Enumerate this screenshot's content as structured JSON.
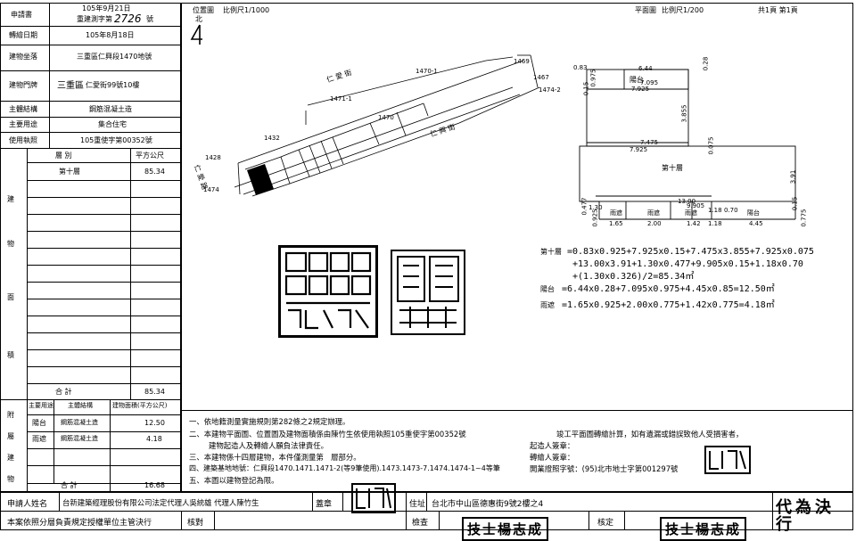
{
  "left_table": {
    "applicant_label": "申請書",
    "applicant_date": "105年9月21日",
    "applicant_no_prefix": "重建測字第",
    "applicant_no": "2726",
    "applicant_no_suffix": "號",
    "survey_date_label": "轉繪日期",
    "survey_date": "105年8月18日",
    "location_label": "建物坐落",
    "location": "三重區仁興段1470地號",
    "door_label": "建物門牌",
    "door_prefix": "三重區",
    "door": "仁愛街99號10樓",
    "structure_label": "主體結構",
    "structure": "鋼筋混凝土造",
    "use_label": "主要用途",
    "use": "集合住宅",
    "permit_label": "使用執照",
    "permit": "105重使字第00352號",
    "floor_header": "層 別",
    "area_header": "平方公尺",
    "floor_row": "第十層",
    "floor_area": "85.34",
    "side_building": [
      "建",
      "物",
      "面",
      "積"
    ],
    "subtotal_label": "合 計",
    "subtotal": "85.34",
    "aux_header_use": "主要用途",
    "aux_header_struct": "主體結構",
    "aux_header_area": "建物面積(平方公尺)",
    "aux_rows": [
      {
        "use": "陽台",
        "struct": "鋼筋混凝土造",
        "area": "12.50"
      },
      {
        "use": "雨遮",
        "struct": "鋼筋混凝土造",
        "area": "4.18"
      }
    ],
    "side_aux": [
      "附",
      "屬",
      "建",
      "物"
    ],
    "aux_total_label": "合 計",
    "aux_total": "16.68"
  },
  "site_plan": {
    "title": "位置圖",
    "scale": "比例尺1/1000",
    "north": "北",
    "parcels": [
      "1470-1",
      "1469",
      "1467",
      "1474-2",
      "1471-1",
      "1432",
      "1428",
      "1470",
      "1474"
    ],
    "streets": [
      "仁 愛 街",
      "仁 興 街",
      "仁 愛 路"
    ]
  },
  "floor_plan": {
    "title": "平面圖",
    "scale": "比例尺1/200",
    "page": "共1頁 第1頁",
    "rooms": [
      "陽台",
      "第十層",
      "雨遮",
      "雨遮",
      "雨遮",
      "陽台"
    ],
    "dims": [
      "0.83",
      "6.44",
      "0.28",
      "0.975",
      "7.095",
      "0.15",
      "7.925",
      "3.855",
      "7.475",
      "7.925",
      "0.075",
      "3.91",
      "13.00",
      "1.30",
      "0.477",
      "9.905",
      "0.15",
      "1.18",
      "0.70",
      "1.65",
      "2.00",
      "1.42",
      "1.18",
      "4.45",
      "0.925",
      "0.775"
    ]
  },
  "formulas": {
    "floor10_label": "第十層",
    "floor10_l1": "=0.83x0.925+7.925x0.15+7.475x3.855+7.925x0.075",
    "floor10_l2": "+13.00x3.91+1.30x0.477+9.905x0.15+1.18x0.70",
    "floor10_l3": "+(1.30x0.326)/2=85.34㎡",
    "balcony_label": "陽台",
    "balcony": "=6.44x0.28+7.095x0.975+4.45x0.85=12.50㎡",
    "canopy_label": "雨遮",
    "canopy": "=1.65x0.925+2.00x0.775+1.42x0.775=4.18㎡"
  },
  "notes": [
    "一、依地籍測量實施規則第282條之2規定辦理。",
    "二、本建物平面圖、位置圖及建物面積係由陳竹生依使用執照105重使字第00352號",
    "竣工平面圖轉繪計算，如有遺漏或錯誤致他人受損害者，",
    "建物起造人及轉繪人願負法律責任。",
    "三、本建物係十四層建物，本件僅測量第　層部分。",
    "四、建築基地地號：仁興段1470.1471.1471-2(等9筆使用).1473.1473-7.1474.1474-1~4等筆",
    "五、本圖以建物登記為限。"
  ],
  "signers": {
    "builder_label": "起造人簽章：",
    "drafter_label": "轉繪人簽章：",
    "license": "開業證照字號：(95)北市地士字第001297號"
  },
  "footer": {
    "applicant_label": "申請人姓名",
    "applicant": "台新建築經理股份有限公司法定代理人吳統雄 代理人陳竹生",
    "seal_label": "蓋章",
    "address_label": "住址",
    "address": "台北市中山區德惠街9號2樓之4",
    "authority": "本案依照分層負責規定授權單位主管決行",
    "check_label": "核對",
    "inspect_label": "檢查",
    "inspector": "技士楊志成",
    "approve_label": "核定",
    "approver": "技士楊志成",
    "proxy": "代為決行"
  }
}
